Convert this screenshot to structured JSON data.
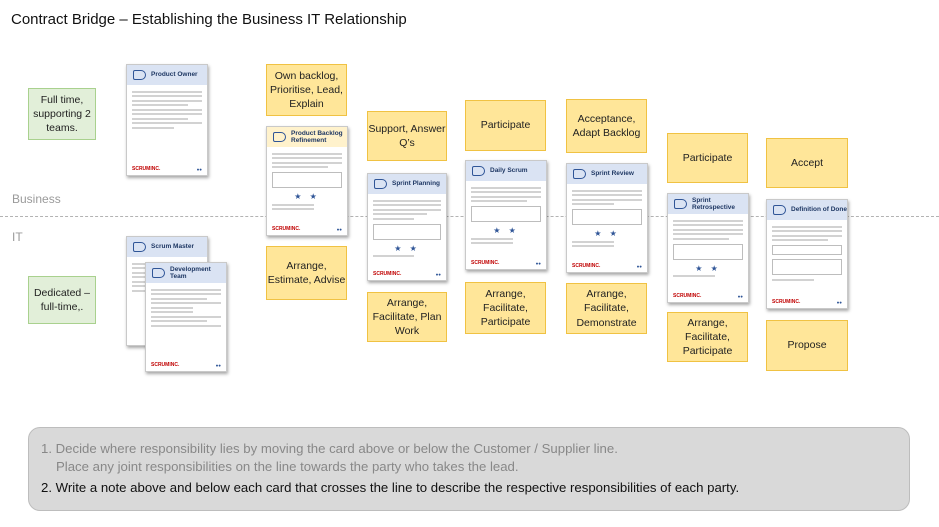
{
  "title": "Contract Bridge – Establishing the Business IT Relationship",
  "lanes": {
    "top": "Business",
    "bottom": "IT"
  },
  "colors": {
    "green_note": "#e2efd9",
    "yellow_note": "#ffe699",
    "card_header": "#dae3f3",
    "divider": "#b3b3b3",
    "instruction_box": "#d9d9d9"
  },
  "side_notes": {
    "business": "Full time, supporting 2 teams.",
    "it": "Dedicated – full-time,."
  },
  "cards": {
    "product_owner": "Product Owner",
    "scrum_master": "Scrum Master",
    "development_team": "Development Team",
    "backlog_refinement": "Product Backlog Refinement",
    "sprint_planning": "Sprint Planning",
    "daily_scrum": "Daily Scrum",
    "sprint_review": "Sprint Review",
    "sprint_retrospective": "Sprint Retrospective",
    "definition_of_done": "Definition of Done"
  },
  "notes_above": {
    "backlog_refinement": "Own backlog, Prioritise, Lead, Explain",
    "sprint_planning": "Support, Answer Q’s",
    "daily_scrum": "Participate",
    "sprint_review": "Acceptance, Adapt Backlog",
    "sprint_retrospective": "Participate",
    "definition_of_done": "Accept"
  },
  "notes_below": {
    "backlog_refinement": "Arrange, Estimate, Advise",
    "sprint_planning": "Arrange, Facilitate, Plan Work",
    "daily_scrum": "Arrange, Facilitate, Participate",
    "sprint_review": "Arrange, Facilitate, Demonstrate",
    "sprint_retrospective": "Arrange, Facilitate, Participate",
    "definition_of_done": "Propose"
  },
  "instructions": {
    "line1": "1. Decide where responsibility lies by moving the card above or below the Customer / Supplier line.",
    "line2": "Place any joint responsibilities on the line towards the party who takes the lead.",
    "line3": "2. Write a note above and below each card that crosses the line to describe the respective responsibilities of each party."
  }
}
